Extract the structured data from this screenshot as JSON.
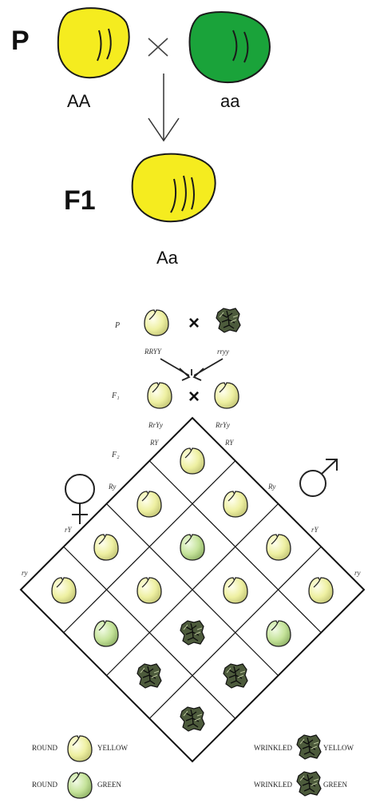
{
  "monohybrid": {
    "generation_p": "P",
    "generation_f1": "F1",
    "parent_yellow_genotype": "AA",
    "parent_green_genotype": "aa",
    "offspring_genotype": "Aa",
    "cross_symbol": "×"
  },
  "dihybrid": {
    "generation_p": "P",
    "generation_f1": "F₁",
    "generation_f2": "F₂",
    "parent_round_yellow": "RRYY",
    "parent_wrinkled_green": "rryy",
    "f1_left": "RrYy",
    "f1_right": "RrYy",
    "cross_symbol": "×",
    "gametes_female": [
      "RY",
      "Ry",
      "rY",
      "ry"
    ],
    "gametes_male": [
      "RY",
      "Ry",
      "rY",
      "ry"
    ],
    "female_symbol": "♀",
    "male_symbol": "♂",
    "legend": {
      "round": "ROUND",
      "wrinkled": "WRINKLED",
      "yellow": "YELLOW",
      "green": "GREEN"
    }
  },
  "colors": {
    "yellow_seed": "#f5ec1f",
    "green_seed": "#1aa33a",
    "pale_yellow_seed": "#eef0a2",
    "pale_green_seed": "#c5e39a",
    "ink": "#111111"
  }
}
